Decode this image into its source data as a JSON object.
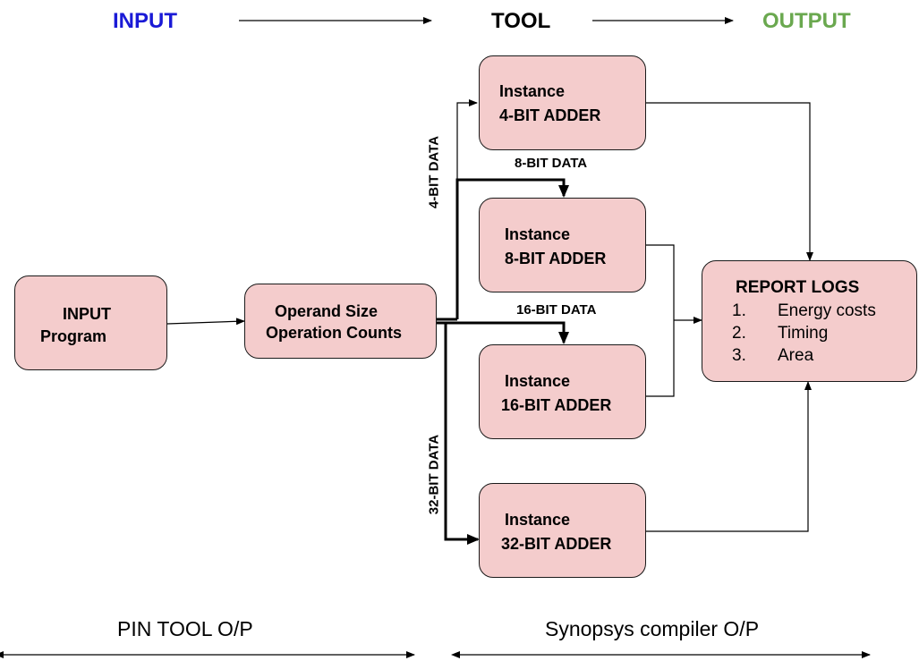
{
  "header": {
    "input_label": "INPUT",
    "tool_label": "TOOL",
    "output_label": "OUTPUT",
    "colors": {
      "input": "#1a1ad6",
      "tool": "#000000",
      "output": "#6aa84f"
    }
  },
  "boxes": {
    "input_program": {
      "line1": "INPUT",
      "line2": "Program"
    },
    "operand": {
      "line1": "Operand Size",
      "line2": "Operation Counts"
    },
    "adder4": {
      "line1": "Instance",
      "line2": "4-BIT ADDER"
    },
    "adder8": {
      "line1": "Instance",
      "line2": "8-BIT ADDER"
    },
    "adder16": {
      "line1": "Instance",
      "line2": "16-BIT ADDER"
    },
    "adder32": {
      "line1": "Instance",
      "line2": "32-BIT ADDER"
    },
    "report": {
      "title": "REPORT LOGS",
      "items": [
        {
          "num": "1.",
          "text": "Energy costs"
        },
        {
          "num": "2.",
          "text": "Timing"
        },
        {
          "num": "3.",
          "text": "Area"
        }
      ]
    },
    "fill_color": "#f4cccc"
  },
  "data_labels": {
    "bit4": "4-BIT DATA",
    "bit8": "8-BIT DATA",
    "bit16": "16-BIT DATA",
    "bit32": "32-BIT DATA"
  },
  "footer": {
    "left": "PIN TOOL O/P",
    "right": "Synopsys compiler O/P"
  }
}
